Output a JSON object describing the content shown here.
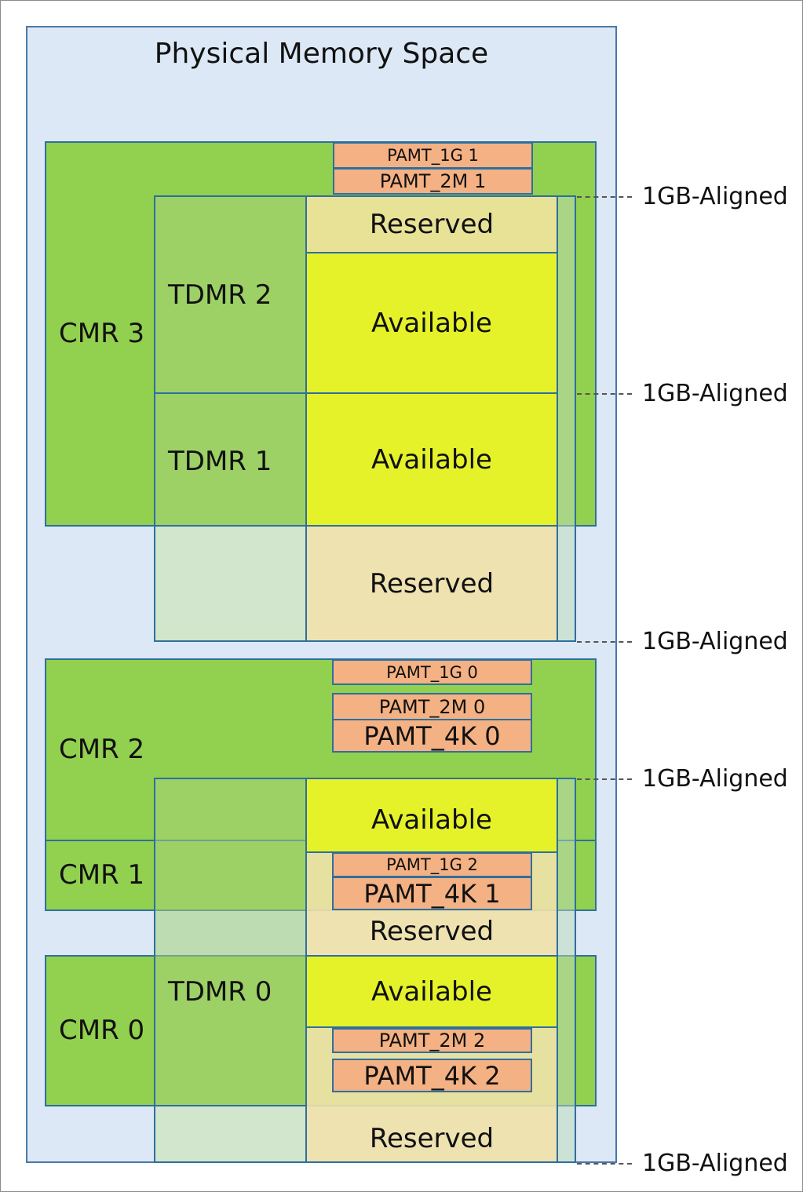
{
  "title": "Physical Memory Space",
  "cmr": [
    "CMR 0",
    "CMR 1",
    "CMR 2",
    "CMR 3"
  ],
  "tdmr": [
    "TDMR 0",
    "TDMR 1",
    "TDMR 2"
  ],
  "available": "Available",
  "reserved": "Reserved",
  "pamt": {
    "g1_1": "PAMT_1G 1",
    "m2_1": "PAMT_2M 1",
    "g1_0": "PAMT_1G 0",
    "m2_0": "PAMT_2M 0",
    "k4_0": "PAMT_4K 0",
    "g1_2": "PAMT_1G 2",
    "k4_1": "PAMT_4K 1",
    "m2_2": "PAMT_2M 2",
    "k4_2": "PAMT_4K 2"
  },
  "alignment_label": "1GB-Aligned",
  "colors": {
    "cmr": "#92d050",
    "available": "#e5f229",
    "pamt": "#f4b183",
    "space": "#dce8f5"
  }
}
